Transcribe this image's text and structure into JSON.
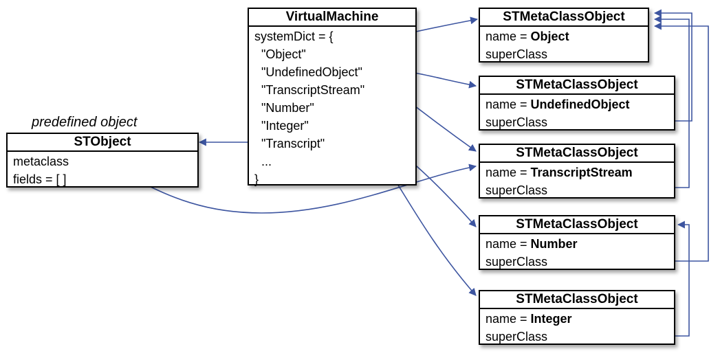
{
  "caption": "predefined object",
  "stobject": {
    "title": "STObject",
    "rows": [
      "metaclass",
      "fields = [  ]"
    ]
  },
  "vm": {
    "title": "VirtualMachine",
    "rows": [
      "systemDict = {",
      "\"Object\"",
      "\"UndefinedObject\"",
      "\"TranscriptStream\"",
      "\"Number\"",
      "\"Integer\"",
      "\"Transcript\"",
      "...",
      "}"
    ]
  },
  "meta_objects": [
    {
      "title": "STMetaClassObject",
      "name_prefix": "name = ",
      "name_value": "Object",
      "super": "superClass"
    },
    {
      "title": "STMetaClassObject",
      "name_prefix": "name = ",
      "name_value": "UndefinedObject",
      "super": "superClass"
    },
    {
      "title": "STMetaClassObject",
      "name_prefix": "name = ",
      "name_value": "TranscriptStream",
      "super": "superClass"
    },
    {
      "title": "STMetaClassObject",
      "name_prefix": "name = ",
      "name_value": "Number",
      "super": "superClass"
    },
    {
      "title": "STMetaClassObject",
      "name_prefix": "name = ",
      "name_value": "Integer",
      "super": "superClass"
    }
  ],
  "colors": {
    "arrow": "#3d55a0",
    "border": "#000000"
  }
}
